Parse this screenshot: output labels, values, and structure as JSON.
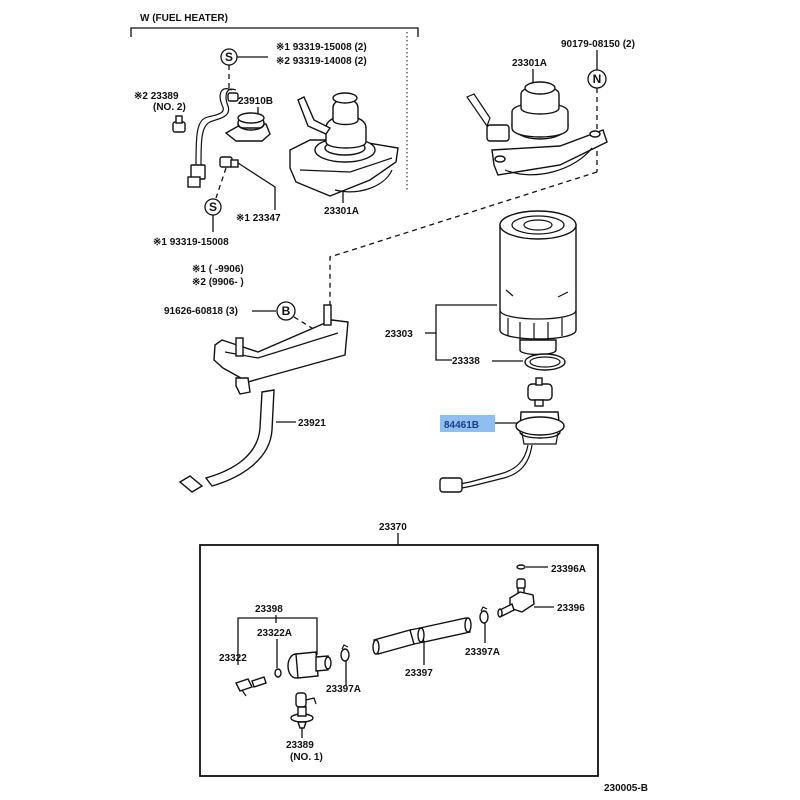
{
  "diagram": {
    "title": "Fuel filter assembly exploded parts diagram",
    "reference_code": "230005-B",
    "highlight_color": "#8fbef0",
    "highlight_text_color": "#1d3f8c",
    "fuel_heater_group": {
      "label": "W (FUEL  HEATER)"
    },
    "callout_symbols": {
      "s_top": "S",
      "s_bottom": "S",
      "n": "N",
      "b": "B"
    },
    "labels": {
      "p93319_15008_a": "※1 93319-15008 (2)",
      "p93319_14008": "※2 93319-14008 (2)",
      "p23389_no2_line1": "※2 23389",
      "p23389_no2_line2": "(NO. 2)",
      "p23910B": "23910B",
      "p23347": "※1 23347",
      "p23301A_left": "23301A",
      "p93319_15008_b": "※1 93319-15008",
      "note1": "※1 (      -9906)",
      "note2": "※2 (9906-      )",
      "p90179_08150": "90179-08150 (2)",
      "p23301A_right": "23301A",
      "p91626_60818": "91626-60818 (3)",
      "p23303": "23303",
      "p23338": "23338",
      "p84461B": "84461B",
      "p23921": "23921",
      "p23370": "23370",
      "p23396A": "23396A",
      "p23396": "23396",
      "p23398": "23398",
      "p23322A": "23322A",
      "p23322": "23322",
      "p23397A_left": "23397A",
      "p23397": "23397",
      "p23397A_right": "23397A",
      "p23389_no1_line1": "23389",
      "p23389_no1_line2": "(NO. 1)"
    },
    "highlighted_part": "84461B"
  }
}
